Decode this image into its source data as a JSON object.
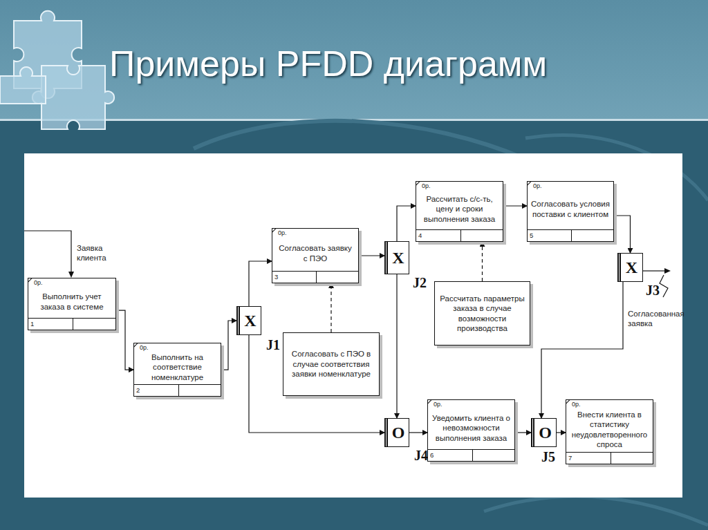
{
  "diagram": {
    "title": "Примеры PFDD диаграмм",
    "nodes": [
      {
        "text": [
          "0р.",
          "Выполнить учет заказа в системе",
          "1"
        ]
      },
      {
        "text": [
          "0р.",
          "Выполнить на соответствие номенклатуре",
          "2"
        ]
      },
      {
        "text": [
          "X",
          "J1"
        ]
      },
      {
        "text": [
          "0р.",
          "Согласовать заявку с ПЭО",
          "3"
        ]
      },
      {
        "text": [
          "Согласовать с ПЭО в случае соответствия заявки номенклатуре"
        ]
      },
      {
        "text": [
          "X",
          "J2"
        ]
      },
      {
        "text": [
          "0р.",
          "Рассчитать с/с-ть, цену и сроки выполнения заказа",
          "4"
        ]
      },
      {
        "text": [
          "Рассчитать параметры заказа в случае возможности производства"
        ]
      },
      {
        "text": [
          "0р.",
          "Согласовать условия поставки с клиентом",
          "5"
        ]
      },
      {
        "text": [
          "X",
          "J3"
        ]
      },
      {
        "text": [
          "O",
          "J4"
        ]
      },
      {
        "text": [
          "0р.",
          "Уведомить клиента о невозможности выполнения заказа",
          "6"
        ]
      },
      {
        "text": [
          "O",
          "J5"
        ]
      },
      {
        "text": [
          "0р.",
          "Внести клиента в статистику неудовлетворенного спроса",
          "7"
        ]
      }
    ],
    "edges": [
      {
        "from": 0,
        "to": 1,
        "arrow": "to"
      },
      {
        "from": 1,
        "to": 2,
        "arrow": "to"
      },
      {
        "from": 2,
        "to": 3,
        "arrow": "to"
      },
      {
        "from": 2,
        "to": 10,
        "arrow": "to"
      },
      {
        "from": 4,
        "to": 3,
        "arrow": "to"
      },
      {
        "from": 3,
        "to": 5,
        "arrow": "to"
      },
      {
        "from": 5,
        "to": 6,
        "arrow": "to"
      },
      {
        "from": 5,
        "to": 10,
        "arrow": "to"
      },
      {
        "from": 7,
        "to": 6,
        "arrow": "to"
      },
      {
        "from": 6,
        "to": 8,
        "arrow": "to"
      },
      {
        "from": 8,
        "to": 9,
        "arrow": "to"
      },
      {
        "from": 10,
        "to": 11,
        "arrow": "to"
      },
      {
        "from": 11,
        "to": 12,
        "arrow": "to"
      },
      {
        "from": 9,
        "to": 12,
        "arrow": "to"
      },
      {
        "from": 12,
        "to": 13,
        "arrow": "to"
      }
    ],
    "labels": [
      "Заявка клиента",
      "Согласованная заявка"
    ]
  }
}
